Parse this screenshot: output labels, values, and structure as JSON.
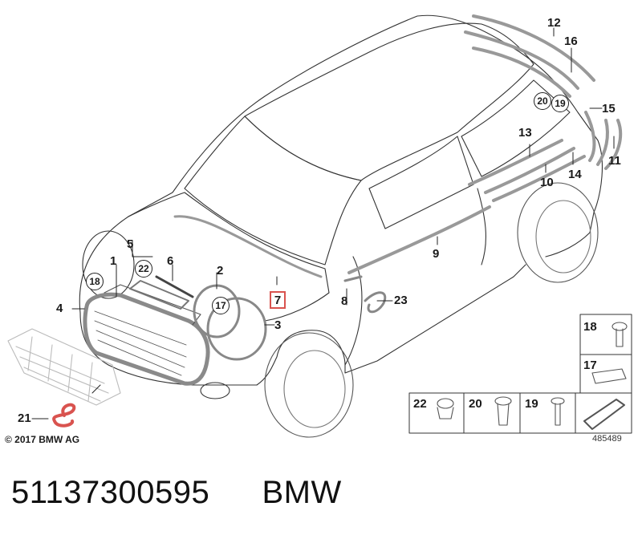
{
  "callouts": {
    "c1": "1",
    "c2": "2",
    "c3": "3",
    "c4": "4",
    "c5": "5",
    "c6": "6",
    "c7": "7",
    "c8": "8",
    "c9": "9",
    "c10": "10",
    "c11": "11",
    "c12": "12",
    "c13": "13",
    "c14": "14",
    "c15": "15",
    "c16": "16",
    "c17": "17",
    "c18": "18",
    "c19": "19",
    "c20": "20",
    "c21": "21",
    "c22": "22",
    "c23": "23"
  },
  "parts_table": {
    "r18": "18",
    "r17": "17",
    "r22": "22",
    "r20": "20",
    "r19": "19"
  },
  "copyright": "© 2017 BMW AG",
  "diagram_id": "485489",
  "caption": {
    "part_number": "51137300595",
    "brand": "BMW"
  }
}
